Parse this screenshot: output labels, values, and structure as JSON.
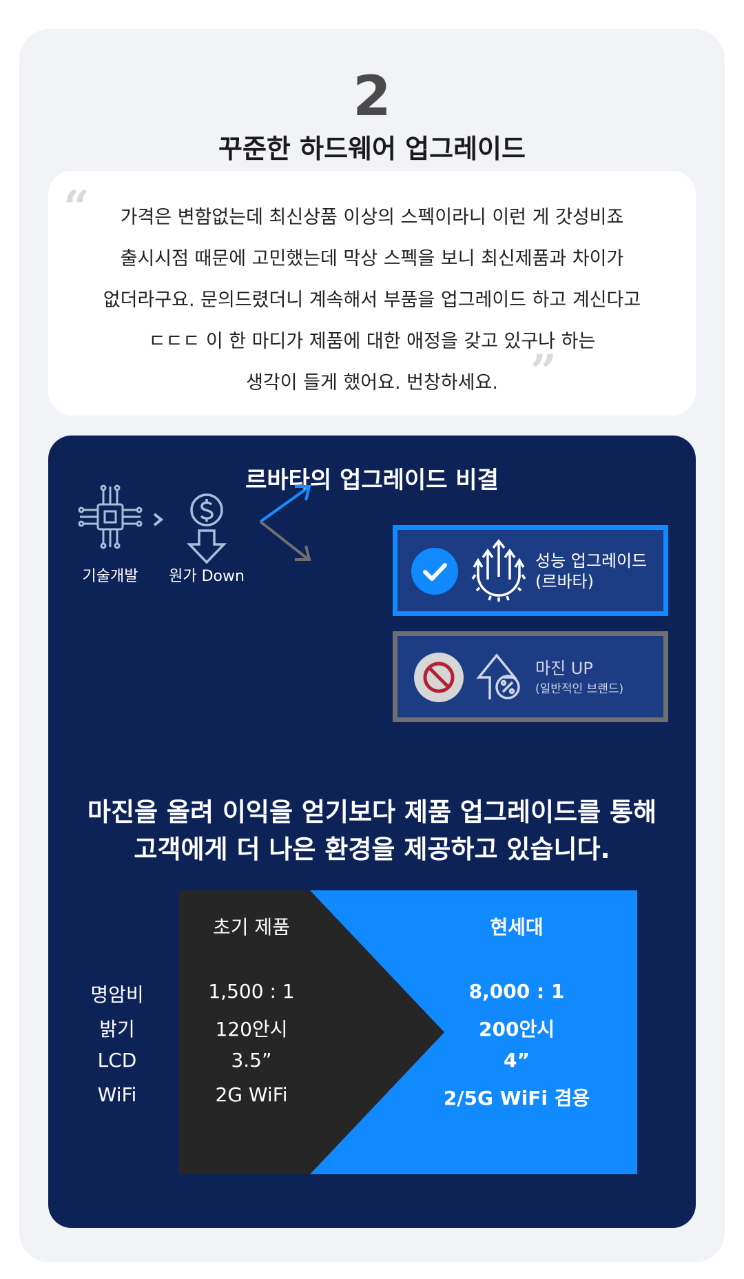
{
  "header": {
    "number": "2",
    "title": "꾸준한 하드웨어 업그레이드"
  },
  "quote": {
    "open_mark": "“",
    "close_mark": "”",
    "lines": [
      "가격은 변함없는데 최신상품 이상의 스펙이라니 이런 게 갓성비죠",
      "출시시점 때문에 고민했는데 막상 스펙을 보니 최신제품과 차이가",
      "없더라구요. 문의드렸더니 계속해서 부품을 업그레이드 하고 계신다고",
      "ㄷㄷㄷ 이 한 마디가 제품에 대한 애정을 갖고 있구나 하는",
      "생각이 들게 했어요. 번창하세요."
    ]
  },
  "secret": {
    "title": "르바타의 업그레이드 비결",
    "step1_label": "기술개발",
    "step2_label": "원가 Down",
    "perf_title": "성능 업그레이드",
    "perf_sub": "(르바타)",
    "margin_title": "마진 UP",
    "margin_sub": "(일반적인 브랜드)",
    "slogan_line1": "마진을 올려 이익을 얻기보다 제품 업그레이드를 통해",
    "slogan_line2": "고객에게 더 나은 환경을 제공하고 있습니다."
  },
  "comparison": {
    "col_old": "초기 제품",
    "col_new": "현세대",
    "rows": [
      {
        "label": "명암비",
        "old": "1,500 : 1",
        "new": "8,000 : 1"
      },
      {
        "label": "밝기",
        "old": "120안시",
        "new": "200안시"
      },
      {
        "label": "LCD",
        "old": "3.5”",
        "new": "4”"
      },
      {
        "label": "WiFi",
        "old": "2G WiFi",
        "new": "2/5G WiFi 겸용"
      }
    ]
  },
  "colors": {
    "navy": "#0d2256",
    "blue": "#1189ff",
    "dark": "#262626",
    "gray": "#6f6f6f"
  }
}
